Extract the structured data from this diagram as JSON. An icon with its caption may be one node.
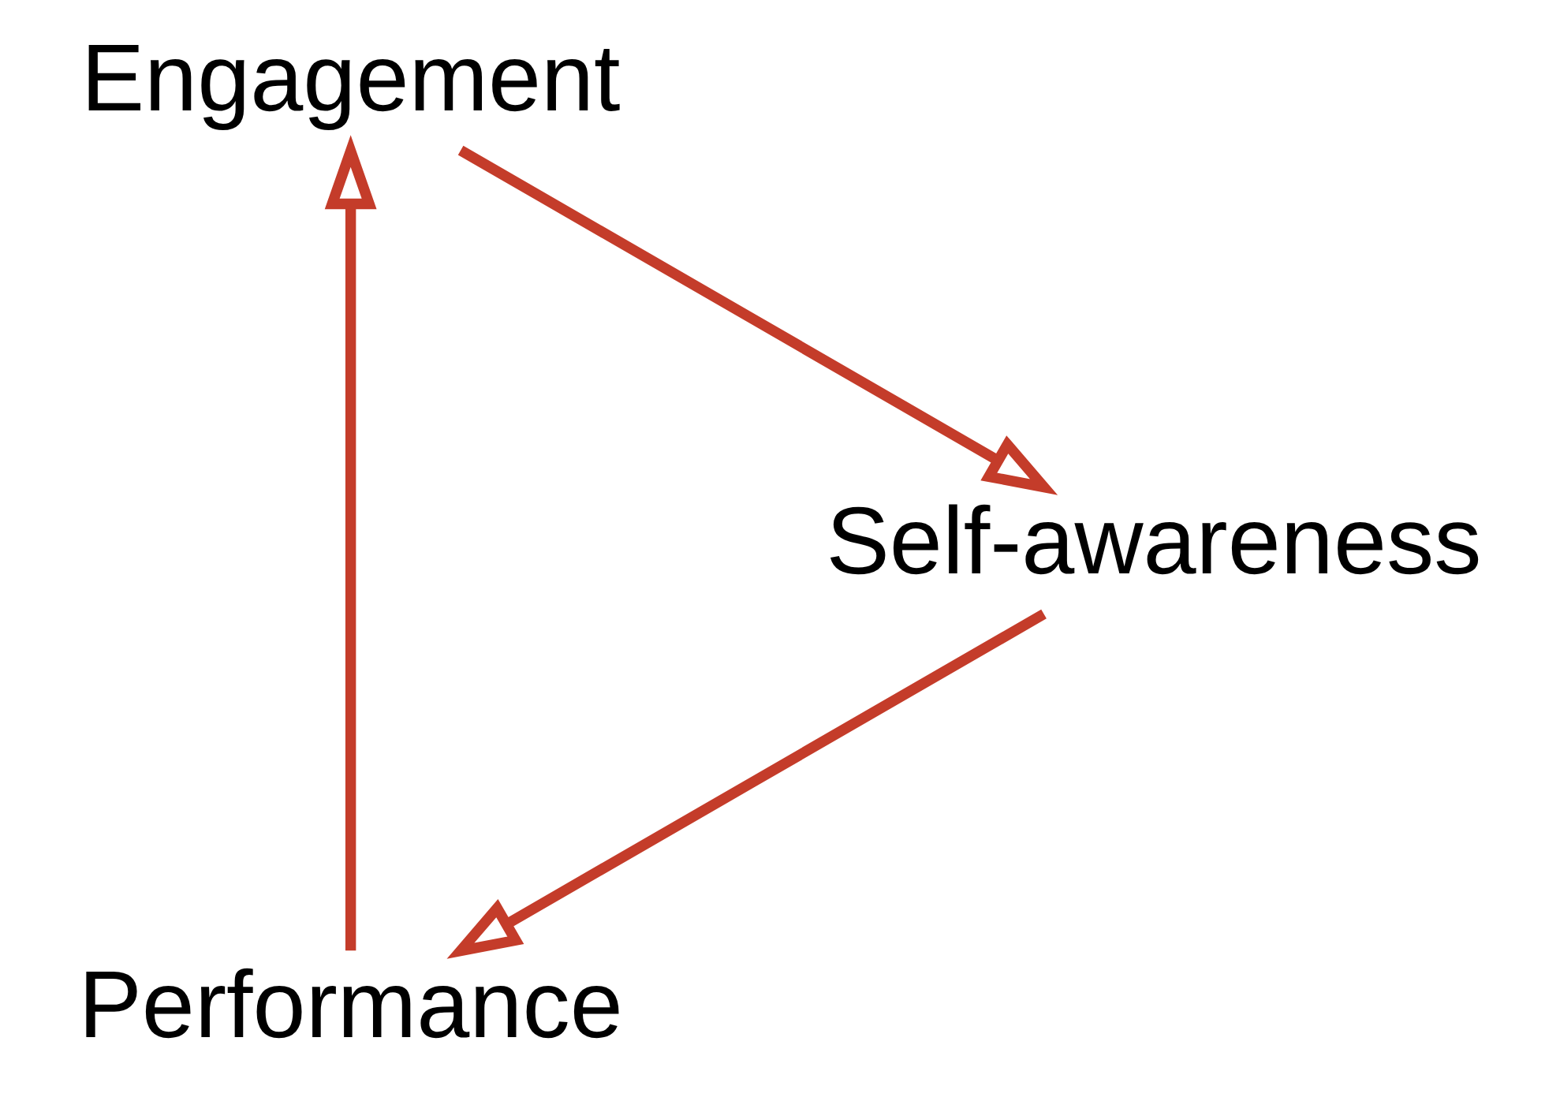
{
  "diagram": {
    "nodes": [
      {
        "text": [
          "Performance"
        ]
      },
      {
        "text": [
          "Engagement"
        ]
      },
      {
        "text": [
          "Self-awareness"
        ]
      }
    ],
    "edges": [
      {
        "from": 2,
        "to": 0,
        "arrow": "to"
      },
      {
        "from": 0,
        "to": 1,
        "arrow": "to"
      },
      {
        "from": 1,
        "to": 2,
        "arrow": "to"
      }
    ]
  }
}
